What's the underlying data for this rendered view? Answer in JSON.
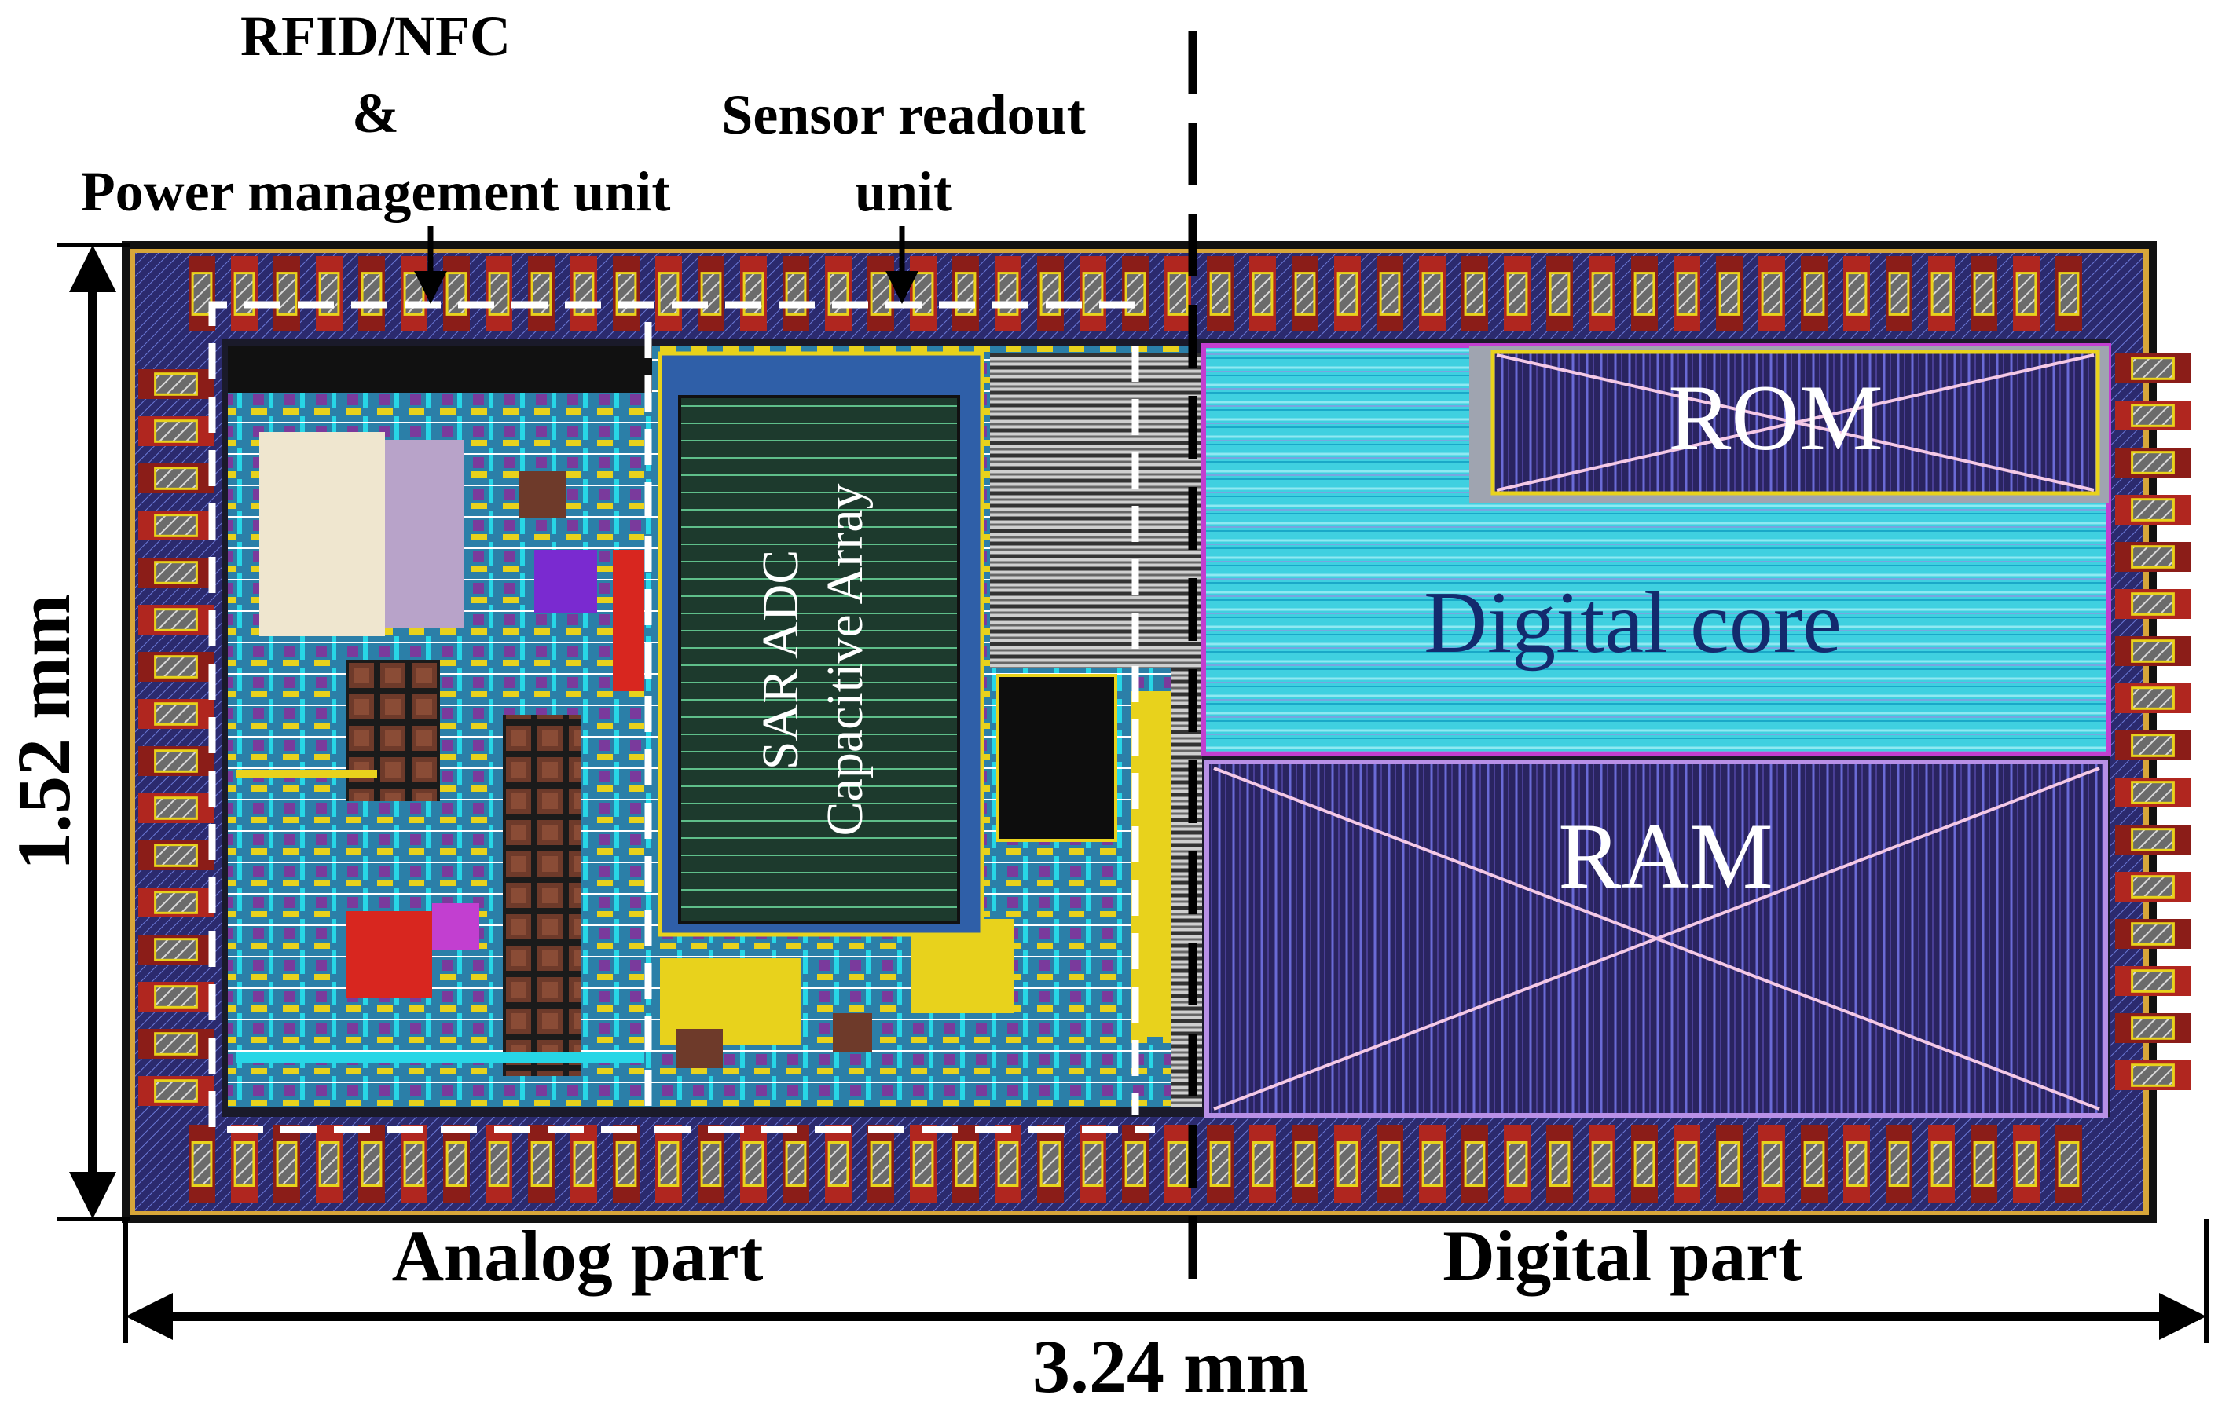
{
  "labels": {
    "rfid_line1": "RFID/NFC",
    "rfid_line2": "&",
    "rfid_line3": "Power management unit",
    "sensor_line1": "Sensor readout",
    "sensor_line2": "unit",
    "adc_line1": "SAR ADC",
    "adc_line2": "Capacitive Array",
    "rom": "ROM",
    "digital_core": "Digital core",
    "ram": "RAM",
    "analog_part": "Analog part",
    "digital_part": "Digital part",
    "height_dim": "1.52 mm",
    "width_dim": "3.24 mm"
  },
  "colors": {
    "die_border": "#111111",
    "pad_red": "#b0261f",
    "pad_yellow": "#e8d21c",
    "cyan": "#27d6e6",
    "navy_block": "#2a2460",
    "magenta": "#c23fd0",
    "digital_core_text": "#132a6e",
    "dashed_white": "#ffffff"
  }
}
